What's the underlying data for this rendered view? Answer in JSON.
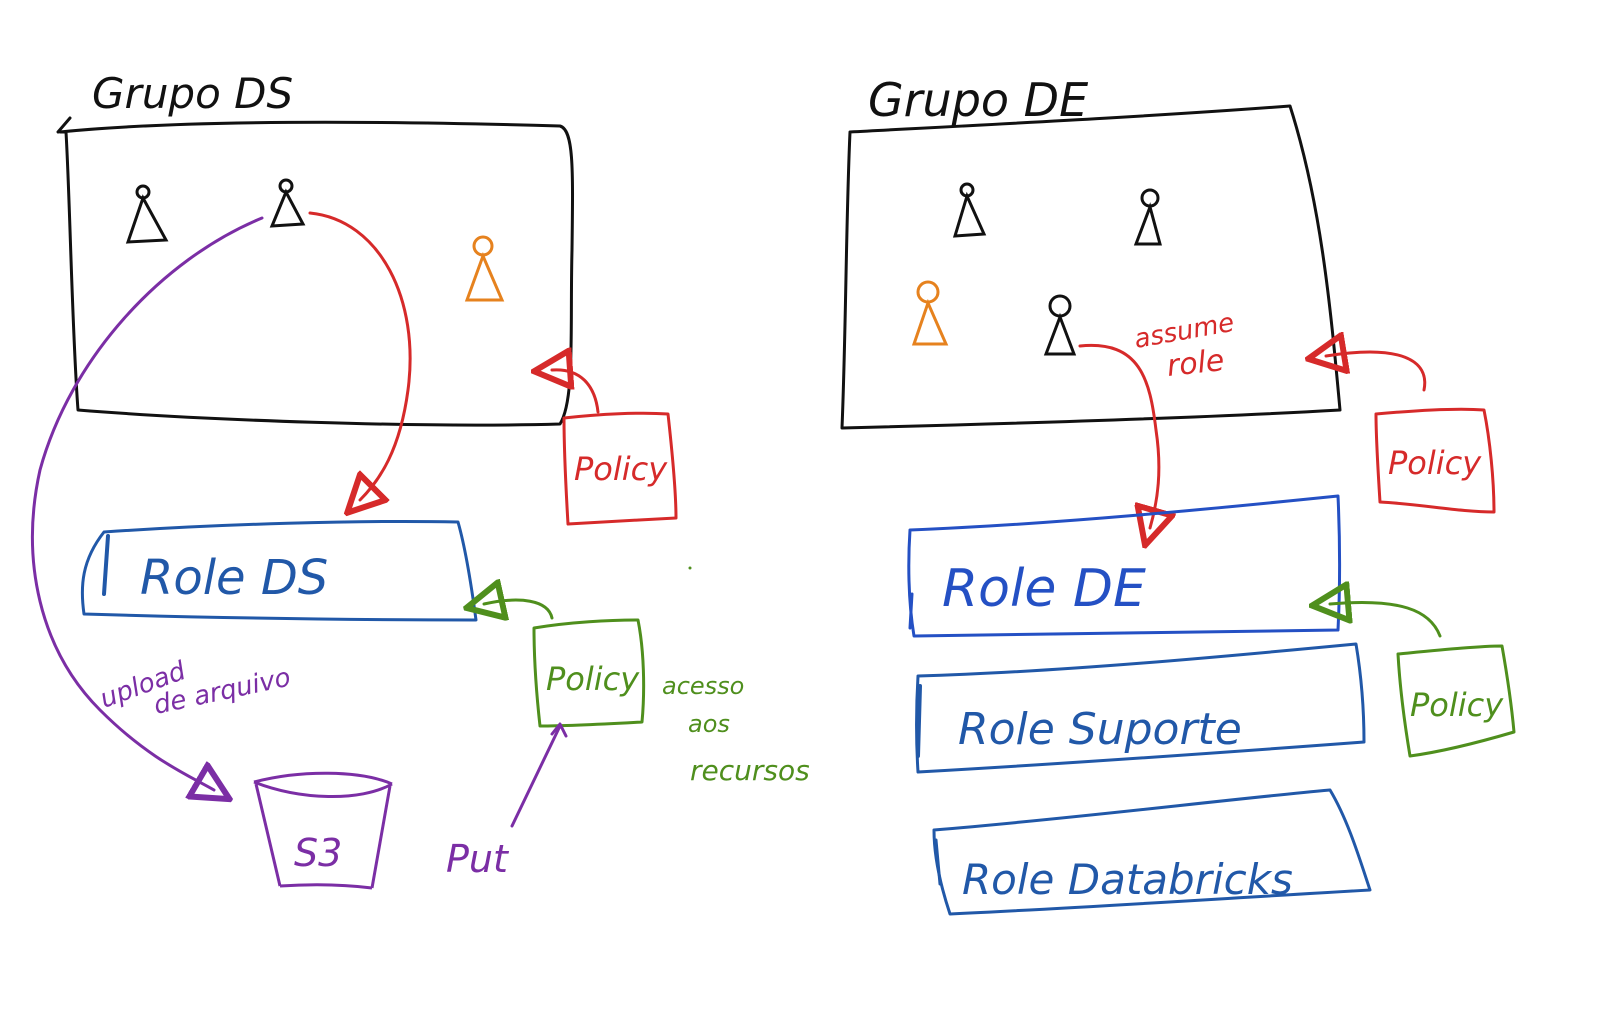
{
  "colors": {
    "ink": "#111111",
    "role": "#2158a8",
    "policy_ds": "#d62a2a",
    "policy_green": "#4f8f1d",
    "upload": "#7b2ea5",
    "user_alt": "#e6821e"
  },
  "groups": {
    "ds": {
      "title": "Grupo DS"
    },
    "de": {
      "title": "Grupo DE"
    }
  },
  "roles": {
    "ds": "Role DS",
    "de": "Role DE",
    "suporte": "Role Suporte",
    "databricks": "Role Databricks"
  },
  "policies": {
    "ds_group": "Policy",
    "de_group": "Policy",
    "ds_role": "Policy",
    "de_role": "Policy"
  },
  "annotations": {
    "assume_role_1": "assume",
    "assume_role_2": "role",
    "upload_1": "upload",
    "upload_2": "de arquivo",
    "acesso_1": "acesso",
    "acesso_2": "aos",
    "acesso_3": "recursos",
    "put": "Put"
  },
  "storage": {
    "bucket": "S3"
  },
  "icons": {
    "user": "person-icon",
    "bucket": "bucket-icon",
    "arrow": "arrowhead-icon"
  }
}
